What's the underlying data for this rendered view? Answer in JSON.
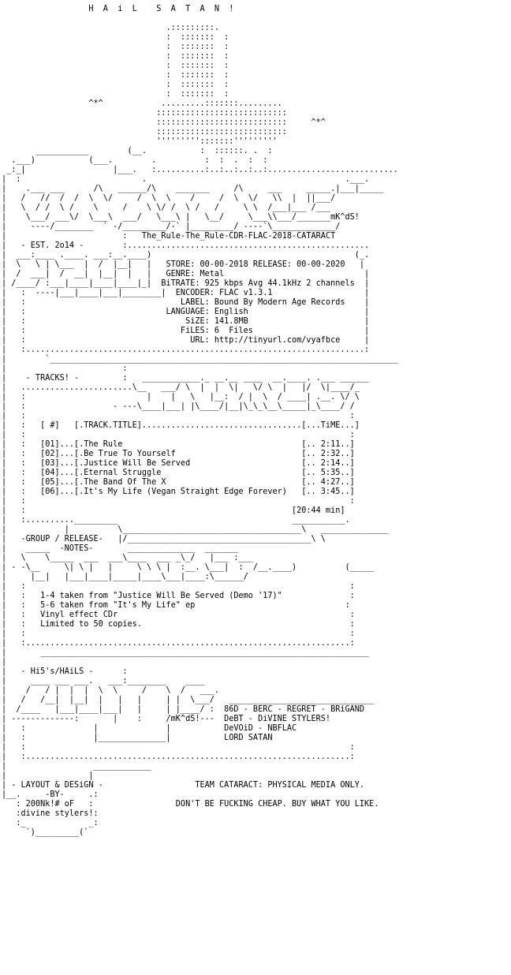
{
  "document": {
    "text_color": "#000000",
    "background_color": "#ffffff",
    "lines": [
      "                  H  A  i  L    S  A  T  A  N  !",
      "",
      "                                  .:::::::::.",
      "                                  :  :::::::  :",
      "                                  :  :::::::  :",
      "                                  :  :::::::  :",
      "                                  :  :::::::  :",
      "                                  :  :::::::  :",
      "                                  :  :::::::  :",
      "                                  :  :::::::  :",
      "                  ^*^            .........:::::::.........",
      "                                :::::::::::::::::::::::::::",
      "                                :::::::::::::::::::::::::::     ^*^",
      "                                :::::::::::::::::::::::::::",
      "                                ''''''''':::::::'''''''''",
      "       ___________        (__.           :  ::::::. .  :",
      "  .___)           (___.        .          :  :  .  :  :",
      " _:_|                  |___.   :..........:..:..:..:..:...........................",
      "|  :                         .                                         .___.",
      "|    .___ ___      /\\   ______/\\    _______     /\\     ___     _____.|___|_____",
      "|   /   //  /  /  \\  \\/     /  \\  \\    /     /  \\  \\/   \\\\  |  ||___/   ",
      "|   \\  / /  \\ /    \\     /    \\ \\/ /  \\ /   /     \\ \\  /___|___ /___",
      "|    \\___/ ___\\/  \\___\\  ___/   \\___\\ |   \\__/     \\___\\\\___/_______mK^dS!",
      "|     ----/________  ` -/_________/-` |_________/ ----`\\_____________/",
      "|                        :   The_Rule-The_Rule-CDR-FLAC-2018-CATARACT",
      "|   - EST. 2o14 -        :..................................................",
      "|  ___:____ .____. ___:__.____)                                          (_.",
      "|  \\   \\ | \\___  |  /  |__|   |   STORE: 00-00-2018 RELEASE: 00-00-2020   |",
      "|  /  ___|  /  __|  |__|  |   |   GENRE: Metal                             |",
      "| /____/ :___|____|____|____|_|  BiTRATE: 925 kbps Avg 44.1kHz 2 channels  |",
      "|   :  ----|___|____|___|________|  ENCODER: FLAC v1.3.1                   |",
      "|   :                                LABEL: Bound By Modern Age Records    |",
      "|   :                             LANGUAGE: English                        |",
      "|   :                                 SiZE: 141.8MB                        |",
      "|   :                                FiLES: 6  Files                       |",
      "|   :                                  URL: http://tinyurl.com/vyafbce     |",
      "|   :......................................................................:",
      "|        `________________________________________________________________________",
      "|                        :",
      "|    - TRACKS! -         :   ____________._ __.__ ____  __.____. .___ ______",
      "|   .......................\\__   ___/ \\  |  |  \\|   \\/ \\  |   |/  \\|____/_",
      "|   :                         |    |   \\   |__:  / |  \\  / ____| .__. \\/ \\",
      "|   :                  - ---\\____|___| |\\____/|__|\\_\\_\\__\\_____|_\\____/ /",
      "|   :                                                                   :",
      "|   :   [ #]   [.TRACK.TITLE].................................[...TiME...]",
      "|   :                                                                   :",
      "|   :   [01]...[.The Rule                                     [.. 2:11..]",
      "|   :   [02]...[.Be True To Yourself                          [.. 2:32..]",
      "|   :   [03]...[.Justice Will Be Served                       [.. 2:14..]",
      "|   :   [04]...[.Eternal Struggle                             [.. 5:35..]",
      "|   :   [05]...[.The Band Of The X                            [.. 4:27..]",
      "|   :   [06]...[.It's My Life (Vegan Straight Edge Forever)   [.. 3:45..]",
      "|   :                                                                   :",
      "|   :                                                       [20:44 min]",
      "|   :.........._________                                    ___________.",
      "|            |          \\_____________________________________\\   ______________",
      "|   -GROUP / RELEASE-   |/______________________________________\\ \\",
      "|    _____  -NOTES-       ______________  _______",
      "|   \\    \\_____  ___  ___\\____  ___ _\\_/   |___ :___              ",
      "| - -\\__     \\| \\ |   |     \\ \\ \\ |  :__. \\___|  :  /__.____)          (_____",
      "|     |__|   |___|____|_____|____\\___|____:\\______/",
      "|   :                                                                   :",
      "|   :   1-4 taken from \"Justice Will Be Served (Demo '17)\"              :",
      "|   :   5-6 taken from \"It's My Life\" ep                               :",
      "|   :   Vinyl effect CDr                                                :",
      "|   :   Limited to 50 copies.                                           :",
      "|   :                                                                   :",
      "|   :...................................................................:",
      "|       ____________________________________________________________________",
      "|",
      "|   - Hi5's/HAiLS -      :",
      "|     ____ ___ ___.   ___:________    ____",
      "|    /   / |  |  |  \\  \\     /    \\  /   ___.",
      "|   /   /__|  |__|  |   |   |     | |  \\___/   ______________________________",
      "|  /____   |___|____|___|   |     | |____/ :  86D - BERC - REGRET - BRiGAND",
      "| -------------:       |    :     /mK^dS!---  DeBT - DiVINE STYLERS!",
      "|   :              |              |           DeVOiD - NBFLAC",
      "|   :              |______________|           LORD SATAN",
      "|   :                                                                   :",
      "|   :...................................................................:",
      "|                  ____________",
      "|                 |",
      "| - LAYOUT & DESiGN -                   TEAM CATARACT: PHYSICAL MEDIA ONLY.",
      "|__.     -BY-     .:",
      "   : 200Nk!# oF   :                 DON'T BE FUCKING CHEAP. BUY WHAT YOU LIKE.",
      "   :divine stylers!:",
      "   :_             _:",
      "     `)_________(`"
    ]
  }
}
